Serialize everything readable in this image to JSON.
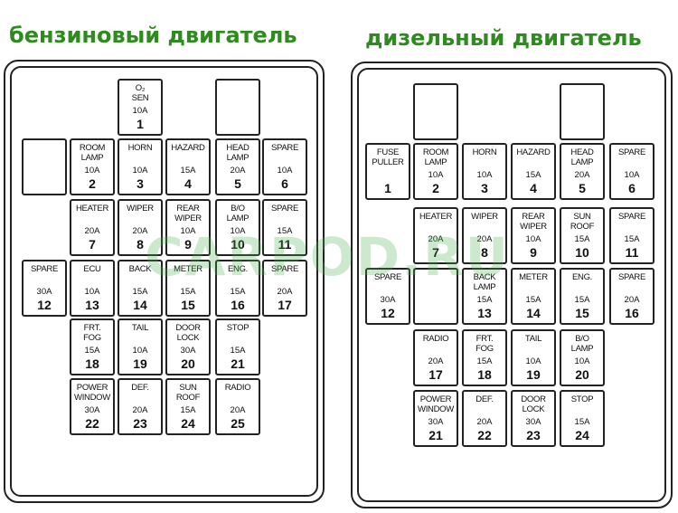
{
  "titles": {
    "petrol": "бензиновый двигатель",
    "diesel": "дизельный двигатель"
  },
  "watermark": "CARPOD.RU",
  "left_fuses": [
    {
      "name": "O₂\nSEN",
      "amp": "10A",
      "num": "1"
    },
    {
      "name": "ROOM\nLAMP",
      "amp": "10A",
      "num": "2"
    },
    {
      "name": "HORN",
      "amp": "10A",
      "num": "3"
    },
    {
      "name": "HAZARD",
      "amp": "15A",
      "num": "4"
    },
    {
      "name": "HEAD\nLAMP",
      "amp": "20A",
      "num": "5"
    },
    {
      "name": "SPARE",
      "amp": "10A",
      "num": "6"
    },
    {
      "name": "HEATER",
      "amp": "20A",
      "num": "7"
    },
    {
      "name": "WIPER",
      "amp": "20A",
      "num": "8"
    },
    {
      "name": "REAR\nWIPER",
      "amp": "10A",
      "num": "9"
    },
    {
      "name": "B/O\nLAMP",
      "amp": "10A",
      "num": "10"
    },
    {
      "name": "SPARE",
      "amp": "15A",
      "num": "11"
    },
    {
      "name": "SPARE",
      "amp": "30A",
      "num": "12"
    },
    {
      "name": "ECU",
      "amp": "10A",
      "num": "13"
    },
    {
      "name": "BACK",
      "amp": "15A",
      "num": "14"
    },
    {
      "name": "METER",
      "amp": "15A",
      "num": "15"
    },
    {
      "name": "ENG.",
      "amp": "15A",
      "num": "16"
    },
    {
      "name": "SPARE",
      "amp": "20A",
      "num": "17"
    },
    {
      "name": "FRT.\nFOG",
      "amp": "15A",
      "num": "18"
    },
    {
      "name": "TAIL",
      "amp": "10A",
      "num": "19"
    },
    {
      "name": "DOOR\nLOCK",
      "amp": "30A",
      "num": "20"
    },
    {
      "name": "STOP",
      "amp": "15A",
      "num": "21"
    },
    {
      "name": "POWER\nWINDOW",
      "amp": "30A",
      "num": "22"
    },
    {
      "name": "DEF.",
      "amp": "20A",
      "num": "23"
    },
    {
      "name": "SUN\nROOF",
      "amp": "15A",
      "num": "24"
    },
    {
      "name": "RADIO",
      "amp": "20A",
      "num": "25"
    }
  ],
  "right_fuses": [
    {
      "name": "FUSE\nPULLER",
      "amp": "",
      "num": "1"
    },
    {
      "name": "ROOM\nLAMP",
      "amp": "10A",
      "num": "2"
    },
    {
      "name": "HORN",
      "amp": "10A",
      "num": "3"
    },
    {
      "name": "HAZARD",
      "amp": "15A",
      "num": "4"
    },
    {
      "name": "HEAD\nLAMP",
      "amp": "20A",
      "num": "5"
    },
    {
      "name": "SPARE",
      "amp": "10A",
      "num": "6"
    },
    {
      "name": "HEATER",
      "amp": "20A",
      "num": "7"
    },
    {
      "name": "WIPER",
      "amp": "20A",
      "num": "8"
    },
    {
      "name": "REAR\nWIPER",
      "amp": "10A",
      "num": "9"
    },
    {
      "name": "SUN\nROOF",
      "amp": "15A",
      "num": "10"
    },
    {
      "name": "SPARE",
      "amp": "15A",
      "num": "11"
    },
    {
      "name": "SPARE",
      "amp": "30A",
      "num": "12"
    },
    {
      "name": "BACK\nLAMP",
      "amp": "15A",
      "num": "13"
    },
    {
      "name": "METER",
      "amp": "15A",
      "num": "14"
    },
    {
      "name": "ENG.",
      "amp": "15A",
      "num": "15"
    },
    {
      "name": "SPARE",
      "amp": "20A",
      "num": "16"
    },
    {
      "name": "RADIO",
      "amp": "20A",
      "num": "17"
    },
    {
      "name": "FRT.\nFOG",
      "amp": "15A",
      "num": "18"
    },
    {
      "name": "TAIL",
      "amp": "10A",
      "num": "19"
    },
    {
      "name": "B/O\nLAMP",
      "amp": "10A",
      "num": "20"
    },
    {
      "name": "POWER\nWINDOW",
      "amp": "30A",
      "num": "21"
    },
    {
      "name": "DEF.",
      "amp": "20A",
      "num": "22"
    },
    {
      "name": "DOOR\nLOCK",
      "amp": "30A",
      "num": "23"
    },
    {
      "name": "STOP",
      "amp": "15A",
      "num": "24"
    }
  ]
}
